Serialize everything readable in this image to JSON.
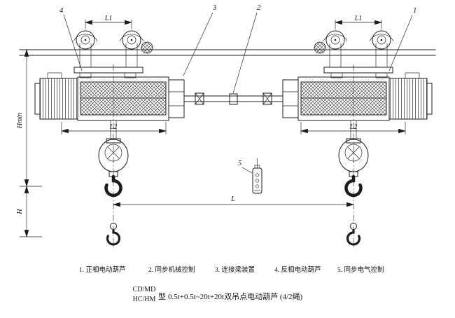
{
  "drawing": {
    "callouts": {
      "c1": "1",
      "c2": "2",
      "c3": "3",
      "c4": "4",
      "c5": "5"
    },
    "dimensions": {
      "l1": "L1",
      "l2": "L2",
      "l": "L",
      "h": "H",
      "hmin": "Hmin"
    },
    "legend": [
      "1. 正相电动葫芦",
      "2. 同步机械控制",
      "3. 连接梁装置",
      "4. 反相电动葫芦",
      "5. 同步电气控制"
    ],
    "title": {
      "model_line1": "CD/MD",
      "model_line2": "HC/HM",
      "type_char": "型",
      "spec": "0.5t+0.5t~20t+20t双吊点电动葫芦 (4/2绳)"
    }
  }
}
